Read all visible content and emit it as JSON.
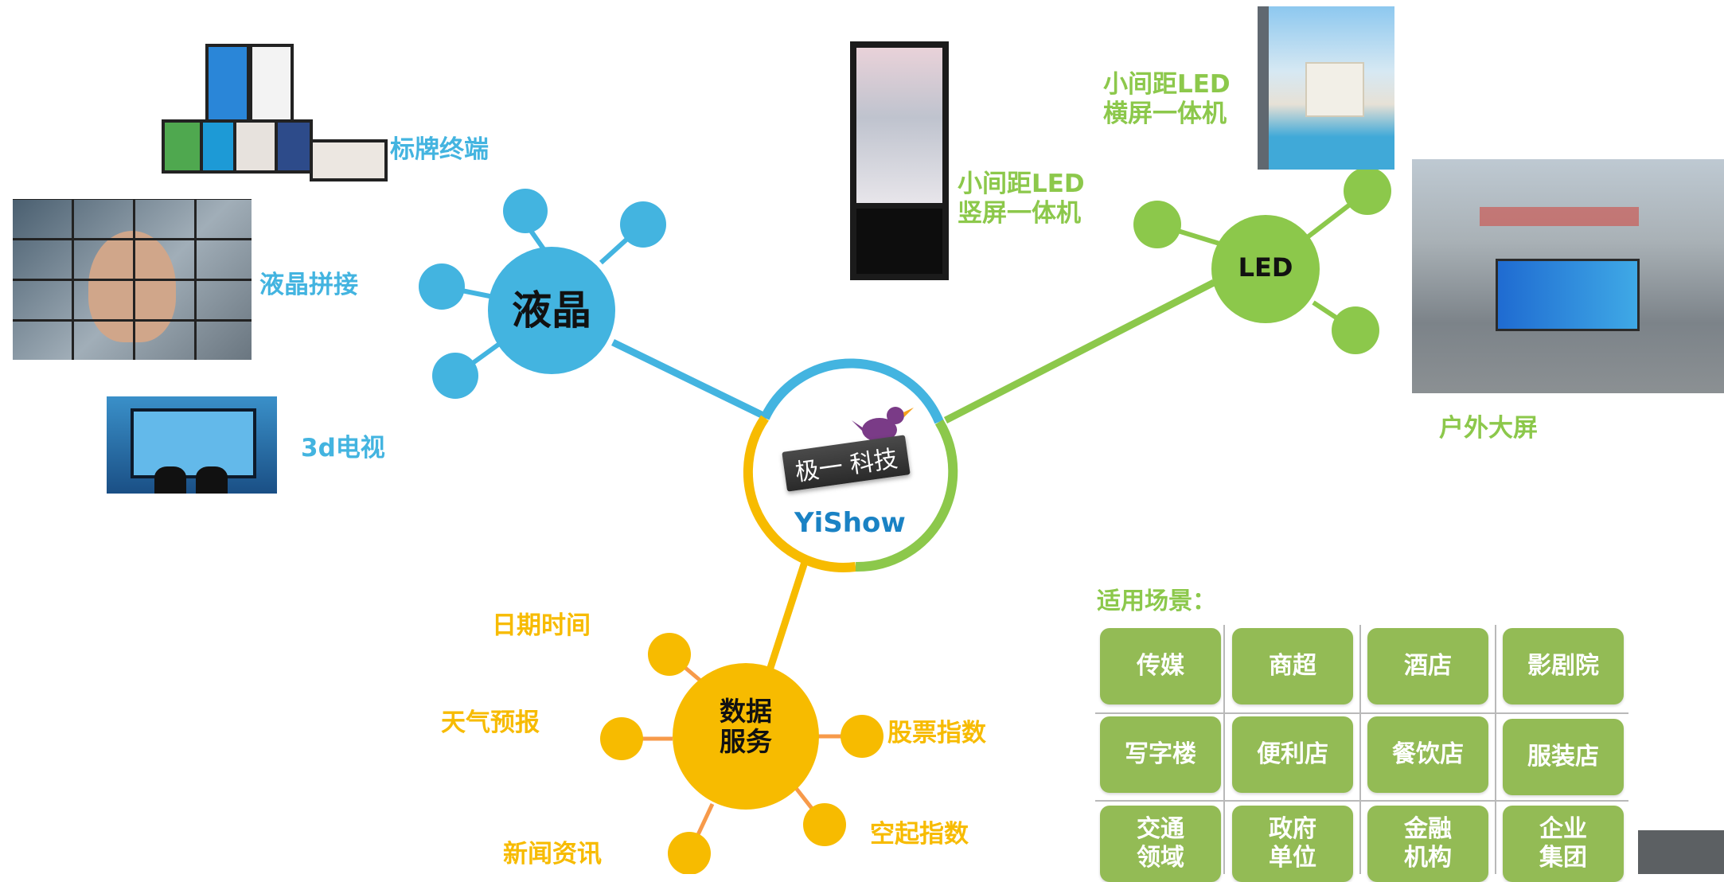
{
  "center": {
    "logo_text": "极一 科技",
    "brand": "YiShow"
  },
  "branches": {
    "lcd": {
      "title": "液晶",
      "items": [
        "标牌终端",
        "液晶拼接",
        "3d电视"
      ]
    },
    "led": {
      "title": "LED",
      "items": [
        "小间距LED\n横屏一体机",
        "小间距LED\n竖屏一体机",
        "户外大屏"
      ]
    },
    "data": {
      "title": "数据\n服务",
      "items": [
        "日期时间",
        "天气预报",
        "股票指数",
        "空起指数",
        "新闻资讯"
      ]
    }
  },
  "scenarios": {
    "title": "适用场景：",
    "cells": [
      "传媒",
      "商超",
      "酒店",
      "影剧院",
      "写字楼",
      "便利店",
      "餐饮店",
      "服装店",
      "交通\n领域",
      "政府\n单位",
      "金融\n机构",
      "企业\n集团"
    ]
  },
  "colors": {
    "blue": "#43b4e0",
    "green": "#8cc84b",
    "yellow": "#f7bb00",
    "cell_green": "#93bb55",
    "brand_blue": "#1a82c4"
  }
}
